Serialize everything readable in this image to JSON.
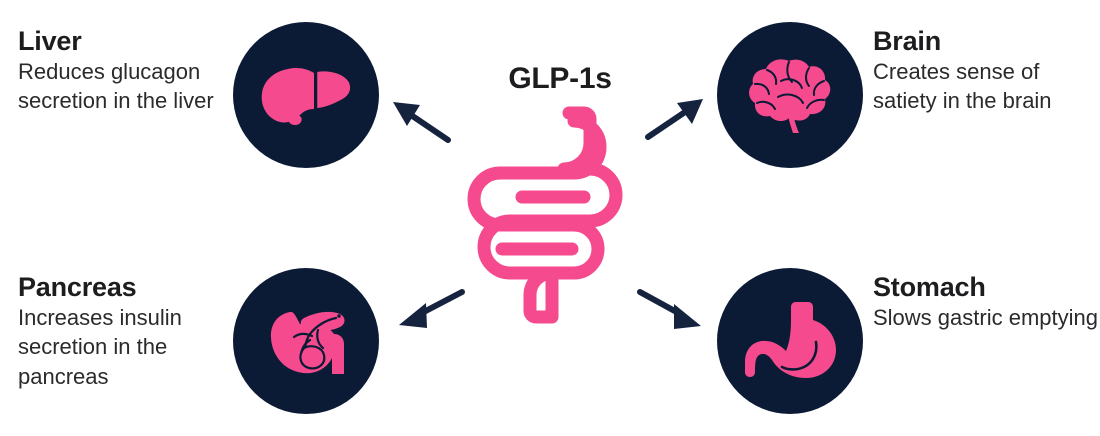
{
  "diagram": {
    "center": {
      "title": "GLP-1s",
      "icon": "intestine-icon"
    },
    "colors": {
      "pink": "#f54a8d",
      "navy": "#0b1b36",
      "text": "#1d1d1f",
      "background": "#ffffff"
    },
    "nodes": [
      {
        "id": "liver",
        "title": "Liver",
        "description": "Reduces glucagon secretion in the liver",
        "icon": "liver-icon",
        "position": "top-left"
      },
      {
        "id": "brain",
        "title": "Brain",
        "description": "Creates sense of satiety in the brain",
        "icon": "brain-icon",
        "position": "top-right"
      },
      {
        "id": "pancreas",
        "title": "Pancreas",
        "description": "Increases insulin secretion in the pancreas",
        "icon": "pancreas-icon",
        "position": "bottom-left"
      },
      {
        "id": "stomach",
        "title": "Stomach",
        "description": "Slows gastric emptying",
        "icon": "stomach-icon",
        "position": "bottom-right"
      }
    ],
    "arrows": [
      {
        "id": "arrow-to-liver",
        "direction": "up-left"
      },
      {
        "id": "arrow-to-brain",
        "direction": "up-right"
      },
      {
        "id": "arrow-to-pancreas",
        "direction": "down-left"
      },
      {
        "id": "arrow-to-stomach",
        "direction": "down-right"
      }
    ]
  }
}
